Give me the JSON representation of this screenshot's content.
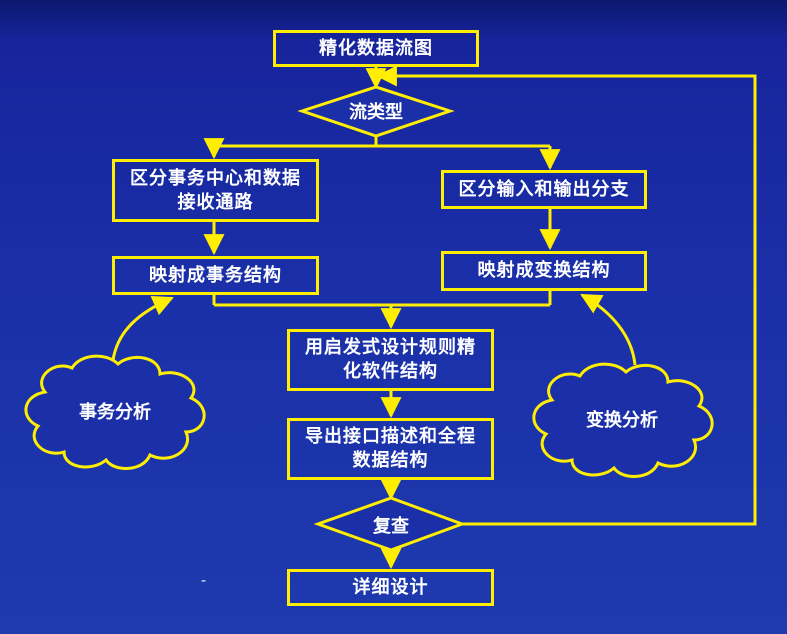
{
  "colors": {
    "line": "#ffee00",
    "text": "#ffffff",
    "background": "#1a2fa8"
  },
  "nodes": {
    "refine_dfd": "精化数据流图",
    "flow_type": "流类型",
    "transaction_split": "区分事务中心和数据接收通路",
    "transform_split": "区分输入和输出分支",
    "map_transaction": "映射成事务结构",
    "map_transform": "映射成变换结构",
    "heuristic_refine": "用启发式设计规则精化软件结构",
    "derive_interface": "导出接口描述和全程数据结构",
    "review": "复查",
    "detailed_design": "详细设计"
  },
  "clouds": {
    "transaction_analysis": "事务分析",
    "transform_analysis": "变换分析"
  },
  "stray_mark": "-"
}
